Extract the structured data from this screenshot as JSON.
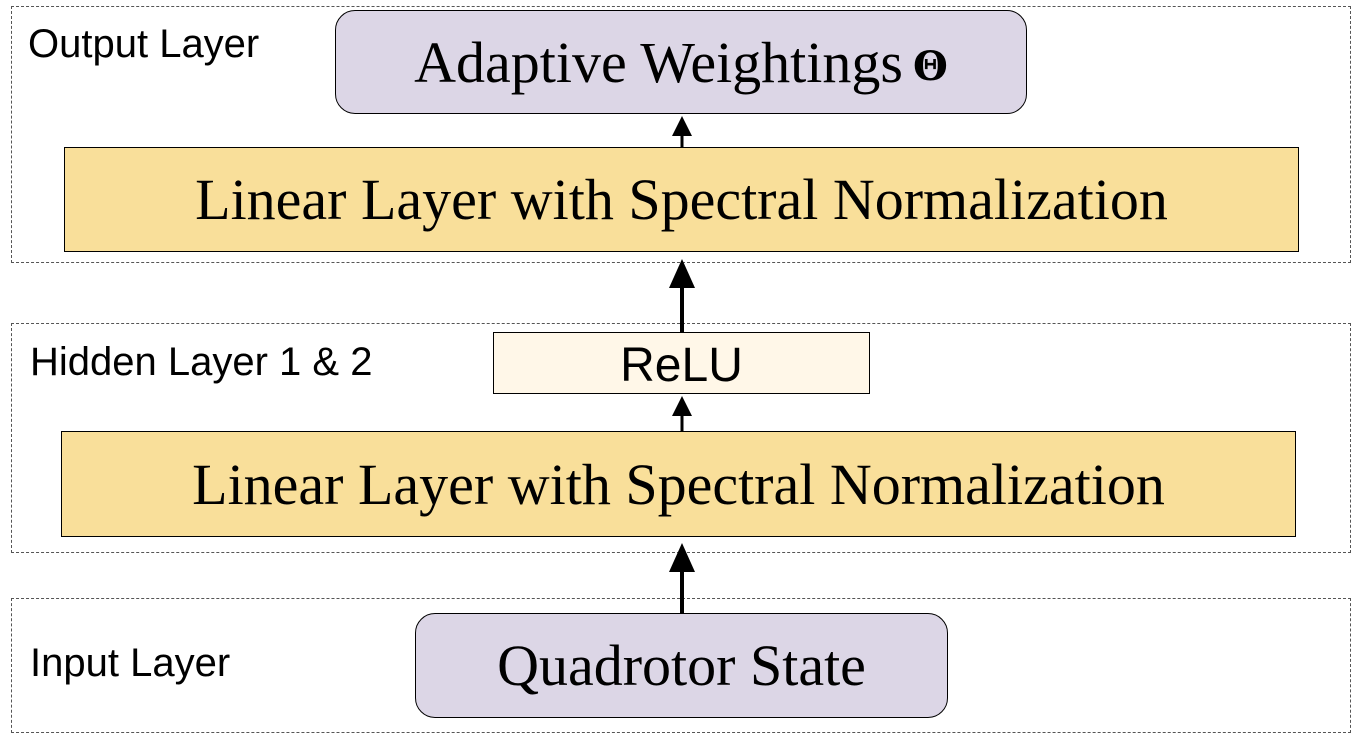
{
  "colors": {
    "purple_box": "#DCD6E6",
    "yellow_box": "#F9DF9A",
    "relu_box": "#FFF7E8",
    "dash_border": "#555555",
    "arrow": "#000000"
  },
  "output_layer": {
    "label": "Output Layer",
    "result_box": "Adaptive Weightings",
    "result_symbol": "Θ",
    "linear_box": "Linear Layer with Spectral Normalization"
  },
  "hidden_layer": {
    "label": "Hidden Layer 1 & 2",
    "activation_box": "ReLU",
    "linear_box": "Linear Layer with Spectral Normalization"
  },
  "input_layer": {
    "label": "Input Layer",
    "state_box": "Quadrotor State"
  }
}
